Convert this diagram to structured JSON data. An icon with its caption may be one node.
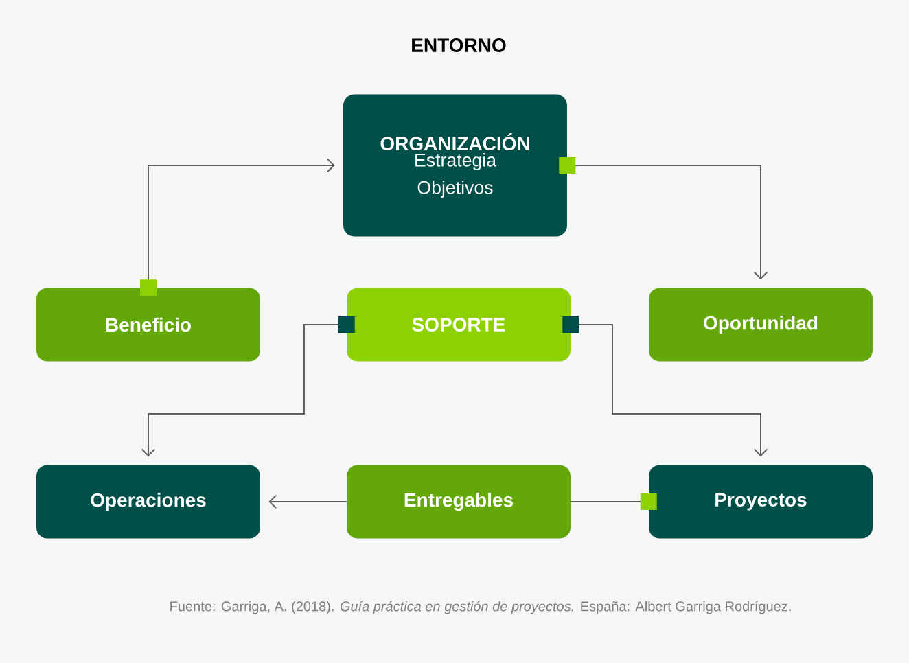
{
  "diagram": {
    "title": "ENTORNO",
    "caption": "Fuente: Garriga, A. (2018). *Guía práctica en gestión de proyectos.* España: Albert Garriga Rodríguez.",
    "nodes": [
      {
        "text": [
          "ORGANIZACIÓN",
          "Estrategia Objetivos"
        ]
      },
      {
        "text": [
          "Beneficio"
        ]
      },
      {
        "text": [
          "SOPORTE"
        ]
      },
      {
        "text": [
          "Oportunidad"
        ]
      },
      {
        "text": [
          "Operaciones"
        ]
      },
      {
        "text": [
          "Entregables"
        ]
      },
      {
        "text": [
          "Proyectos"
        ]
      }
    ],
    "edges": [
      {
        "from": 1,
        "to": 0,
        "arrow": "to"
      },
      {
        "from": 0,
        "to": 3,
        "arrow": "to"
      },
      {
        "from": 2,
        "to": 4,
        "arrow": "to"
      },
      {
        "from": 2,
        "to": 6,
        "arrow": "to"
      },
      {
        "from": 5,
        "to": 4,
        "arrow": "to"
      },
      {
        "from": 6,
        "to": 5,
        "arrow": "other"
      }
    ]
  }
}
